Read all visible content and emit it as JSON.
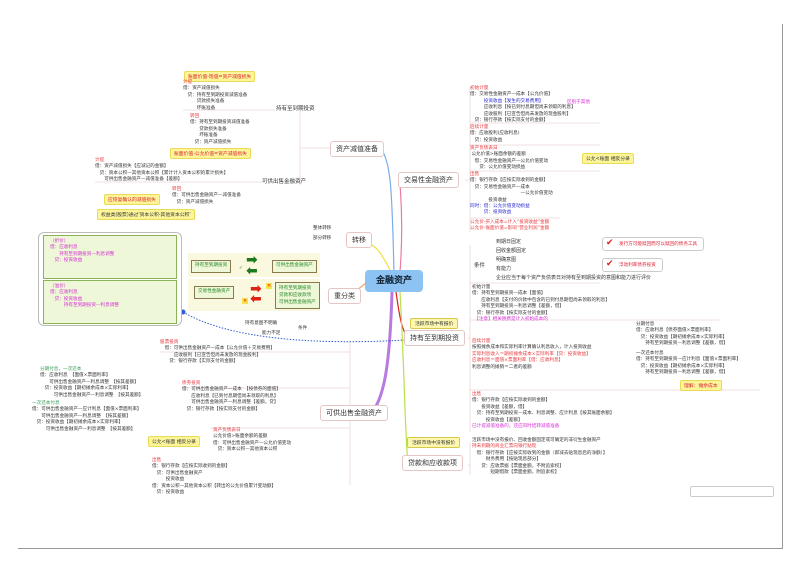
{
  "colors": {
    "black": "#333333",
    "red": "#e8383d",
    "blue": "#2a2ad0",
    "magenta": "#d62fd6",
    "green": "#3a9a5a",
    "center": "#8cc3f2",
    "highlight": "#fdf59a"
  },
  "center": "金融资产",
  "nodes": {
    "impairment": "资产减值准备",
    "impair_htm": "持有至到期投资",
    "impair_afs": "可供出售金融资产",
    "trading": "交易性金融资产",
    "transfer": "转移",
    "transfer_whole": "整体转移",
    "transfer_part": "部分转移",
    "reclass": "重分类",
    "htm": "持有至到期投资",
    "htm_tag": "活跃市场中有报价",
    "afs": "可供出售金融资产",
    "loans": "贷款和应收款项",
    "loans_tag": "活跃市场中没有报价",
    "cond_left": "条件",
    "cond_left_1": "持有意图不明确",
    "cond_left_2": "能力不足",
    "htm_cond": "条件"
  },
  "highlights": {
    "htm_impair": "账面价值-现值=资产减值损失",
    "afs_impair": "账面价值-公允价值=资产减值损失",
    "afs_reversal": "应恢复确认的减值损失",
    "equity_note": "权益类(股票)通过'资本公积-其他资本公积'",
    "trading_reverse": "公允<账面 相反分录",
    "trading_note": "区别于其他",
    "amortized": "理解：摊余成本",
    "afs_reverse": "公允<账面 相反分录"
  },
  "callouts": [
    "发行方可能赎回而可以赎回的债务工具",
    "浮动利率债券投资"
  ],
  "blocks": {
    "htm_accrue": [
      {
        "t": "计提",
        "c": "red"
      },
      {
        "t": "借：资产减值损失"
      },
      {
        "t": "　贷：持有至到期投资减值准备"
      },
      {
        "t": "　　　贷款损失准备"
      },
      {
        "t": "　　　坏账准备"
      }
    ],
    "htm_reverse": [
      {
        "t": "转回",
        "c": "red"
      },
      {
        "t": "借：持有至到期投资减值准备"
      },
      {
        "t": "　　贷款损失准备"
      },
      {
        "t": "　　坏账准备"
      },
      {
        "t": "　贷：资产减值损失"
      }
    ],
    "afs_accrue": [
      {
        "t": "计提",
        "c": "red"
      },
      {
        "t": "借：资产减值损失【应减记的金额】"
      },
      {
        "t": "　贷：资本公积—其他资本公积【累计计入资本公积的累计损失】"
      },
      {
        "t": "　　可供出售金融资产—减值准备【差额】"
      }
    ],
    "afs_reverse": [
      {
        "t": "转回",
        "c": "red"
      },
      {
        "t": "借：可供出售金融资产—减值准备"
      },
      {
        "t": "　贷：资产减值损失"
      }
    ],
    "tr_initial": [
      {
        "t": "初始计量",
        "c": "red"
      },
      {
        "t": "借：交易性金融资产—成本【公允价值】"
      },
      {
        "t": "　　　投资收益【发生的交易费用】",
        "c": "blue"
      },
      {
        "t": "　　　应收利息【按已到付息期但尚未领取的利息】"
      },
      {
        "t": "　　　应收股利【已宣告但尚未发放的现金股利】"
      },
      {
        "t": "　贷：银行存款【按实际支付的金额】"
      }
    ],
    "tr_subseq": [
      {
        "t": "后续计量",
        "c": "red"
      },
      {
        "t": "借：应收股利(应收利息)"
      },
      {
        "t": "　贷：投资收益"
      }
    ],
    "tr_bs": [
      {
        "t": "资产负债表日",
        "c": "red"
      },
      {
        "t": " 公允价值>账面余额的差额"
      },
      {
        "t": "　借：交易性金融资产—公允价值变动"
      },
      {
        "t": "　　贷：公允价值变动损益"
      }
    ],
    "tr_sale": [
      {
        "t": "出售",
        "c": "red"
      },
      {
        "t": "借：银行存款【应按实际收到的金额】"
      },
      {
        "t": "　贷：交易性金融资产—成本"
      },
      {
        "t": "　　　　　　　　　　　—公允价值变动"
      },
      {
        "t": "　　　　投资收益"
      },
      {
        "t": "同时：借：公允价值变动损益",
        "c": "blue"
      },
      {
        "t": "　　　贷：投资收益",
        "c": "blue"
      }
    ],
    "tr_notes": [
      {
        "t": "公允价-买入成本=计入“投资收益”金额",
        "c": "red"
      },
      {
        "t": "公允价-账面价值=影响“营业利润”金额",
        "c": "red"
      }
    ],
    "htm_conditions": [
      {
        "t": "到期日固定"
      },
      {
        "t": "回收金额固定"
      },
      {
        "t": "明确意图"
      },
      {
        "t": "有能力"
      },
      {
        "t": "企业应当于每个资产负债表日对持有至到期投资的意图和能力进行评价"
      }
    ],
    "htm_initial": [
      {
        "t": "初始计量"
      },
      {
        "t": "借：持有至到期投资—成本【面值】"
      },
      {
        "t": "　　应收利息【支付的价款中包含的已到付息期但尚未领取的利息】"
      },
      {
        "t": "　　持有至到期投资—利息调整【差额，借】"
      },
      {
        "t": "　贷：银行存款【按实际支付的金额】"
      },
      {
        "t": "　【注意】相关税费是计入初始成本的",
        "c": "magenta"
      }
    ],
    "htm_subseq": [
      {
        "t": "后续计量",
        "c": "red"
      },
      {
        "t": "按照摊余成本和实际利率计算确认利息收入，计入投资收益"
      },
      {
        "t": "实际利息收入＝期初摊余成本×实际利率【贷：投资收益】",
        "c": "red"
      },
      {
        "t": "应收利息＝面值×票面利率【借：应收利息】",
        "c": "red"
      },
      {
        "t": "利息调整的摊销＝二者的差额"
      }
    ],
    "htm_periodic": [
      {
        "t": "分期付息"
      },
      {
        "t": "借：应收利息【债券面值×票面利率】"
      },
      {
        "t": "　贷：投资收益【期初摊余成本×实际利率】"
      },
      {
        "t": "　　持有至到期投资—利息调整【差额，借】"
      }
    ],
    "htm_lump": [
      {
        "t": "一次还本付息"
      },
      {
        "t": "借：持有至到期投资—应计利息【面值×票面利率】"
      },
      {
        "t": "　贷：投资收益【期初摊余成本×实际利率】"
      },
      {
        "t": "　　持有至到期投资—利息调整【差额，借】"
      }
    ],
    "htm_sale": [
      {
        "t": "出售",
        "c": "red"
      },
      {
        "t": "借：银行存款【应按实际收到的金额】"
      },
      {
        "t": "　　投资收益【差额，借】"
      },
      {
        "t": "　贷：持有至到期投资—成本、利息调整、应计利息【按其账面余额】"
      },
      {
        "t": "　　　投资收益【差额】"
      },
      {
        "t": "已计提减值准备的，还应同时结转减值准备",
        "c": "magenta"
      }
    ],
    "loans": [
      {
        "t": "活跃市场中没有报价、回收金额固定或可确定的非衍生金融资产"
      },
      {
        "t": "持未到期的商业汇票向银行贴现",
        "c": "red"
      },
      {
        "t": "　借：银行存款【应按实际收到的金额（即减去贴现息后的净额）】"
      },
      {
        "t": "　　　财务费用【按贴现息部分】"
      },
      {
        "t": "　　贷：应收票据【票面金额，不附追索权】"
      },
      {
        "t": "　　　　短期借款【票面金额，附追索权】"
      }
    ],
    "afs_stock": [
      {
        "t": "股票投资",
        "c": "red"
      },
      {
        "t": "　借：可供出售金融资产—成本【公允价值＋交易费用】"
      },
      {
        "t": "　　　应收股利【已宣告但尚未发放的现金股利】"
      },
      {
        "t": "　　贷：银行存款【实际支付的金额】"
      }
    ],
    "afs_bond": [
      {
        "t": "债券投资",
        "c": "red"
      },
      {
        "t": "借：可供出售金融资产—成本　【按债券的面值】"
      },
      {
        "t": "　　应收利息【已到付息期但尚未领取的利息】"
      },
      {
        "t": "　　可供出售金融资产—利息调整【差额，贷】"
      },
      {
        "t": "　贷：银行存款【按实际支付的金额】"
      }
    ],
    "afs_periodic": [
      {
        "t": "分期付息，一次还本",
        "c": "green"
      },
      {
        "t": "借：应收利息　【面值×票面利率】"
      },
      {
        "t": "　　可供出售金融资产—利息调整　【按其差额】"
      },
      {
        "t": "　贷：投资收益【期初摊余成本×实际利率】"
      },
      {
        "t": "　　　可供出售金融资产—利息调整　【按其差额】"
      }
    ],
    "afs_lump": [
      {
        "t": "一次还本付息",
        "c": "green"
      },
      {
        "t": "借：可供出售金融资产—应计利息【面值×票面利率】"
      },
      {
        "t": "　　可供出售金融资产—利息调整　【按其差额】"
      },
      {
        "t": "　贷：投资收益【期初摊余成本×实际利率】"
      },
      {
        "t": "　　　可供出售金融资产—利息调整　【按其差额】"
      }
    ],
    "afs_bs": [
      {
        "t": "资产负债表日",
        "c": "red"
      },
      {
        "t": "公允价值>账面余额的差额"
      },
      {
        "t": "借：可供出售金融资产—公允价值变动"
      },
      {
        "t": "　贷：资本公积—其他资本公积"
      }
    ],
    "afs_sale": [
      {
        "t": "出售",
        "c": "red"
      },
      {
        "t": "借：银行存款【应按实际收到的金额】"
      },
      {
        "t": "　贷：可供出售金融资产"
      },
      {
        "t": "　　　投资收益"
      },
      {
        "t": "借：资本公积—其他资本公积【转出的公允价值累计变动额】"
      },
      {
        "t": "　贷：投资收益"
      }
    ],
    "discount": [
      {
        "t": "（折价）"
      },
      {
        "t": "借：应收利息"
      },
      {
        "t": "　　持有至到期投资—利息调整"
      },
      {
        "t": "　贷：投资收益"
      }
    ],
    "premium": [
      {
        "t": "（溢价）"
      },
      {
        "t": "借：应收利息"
      },
      {
        "t": "　贷：投资收益"
      },
      {
        "t": "　　　持有至到期投资—利息调整"
      }
    ]
  },
  "reclass": {
    "htm": "持有至到期投资",
    "afs": "可供出售金融资产",
    "trading": "交易性金融资产",
    "targets": [
      "持有至到期投资",
      "贷款和应收款项",
      "可供出售金融资产"
    ],
    "allowed_mark": "✓",
    "forbidden_mark": "✕"
  }
}
